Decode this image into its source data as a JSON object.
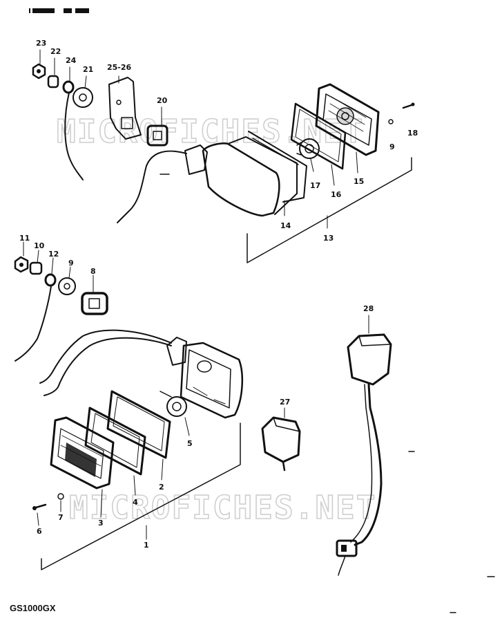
{
  "diagram": {
    "model_code": "GS1000GX",
    "watermarks": [
      "MICROFICHES.NET",
      "MICROFICHES.NET"
    ],
    "upper_assembly": {
      "callouts": [
        "23",
        "22",
        "24",
        "21",
        "25-26",
        "20",
        "18",
        "9",
        "15",
        "16",
        "17",
        "14",
        "13"
      ]
    },
    "lower_assembly": {
      "callouts": [
        "11",
        "10",
        "12",
        "9",
        "8",
        "5",
        "2",
        "4",
        "3",
        "7",
        "6",
        "1"
      ]
    },
    "relay": {
      "callouts": [
        "27",
        "28"
      ]
    }
  }
}
